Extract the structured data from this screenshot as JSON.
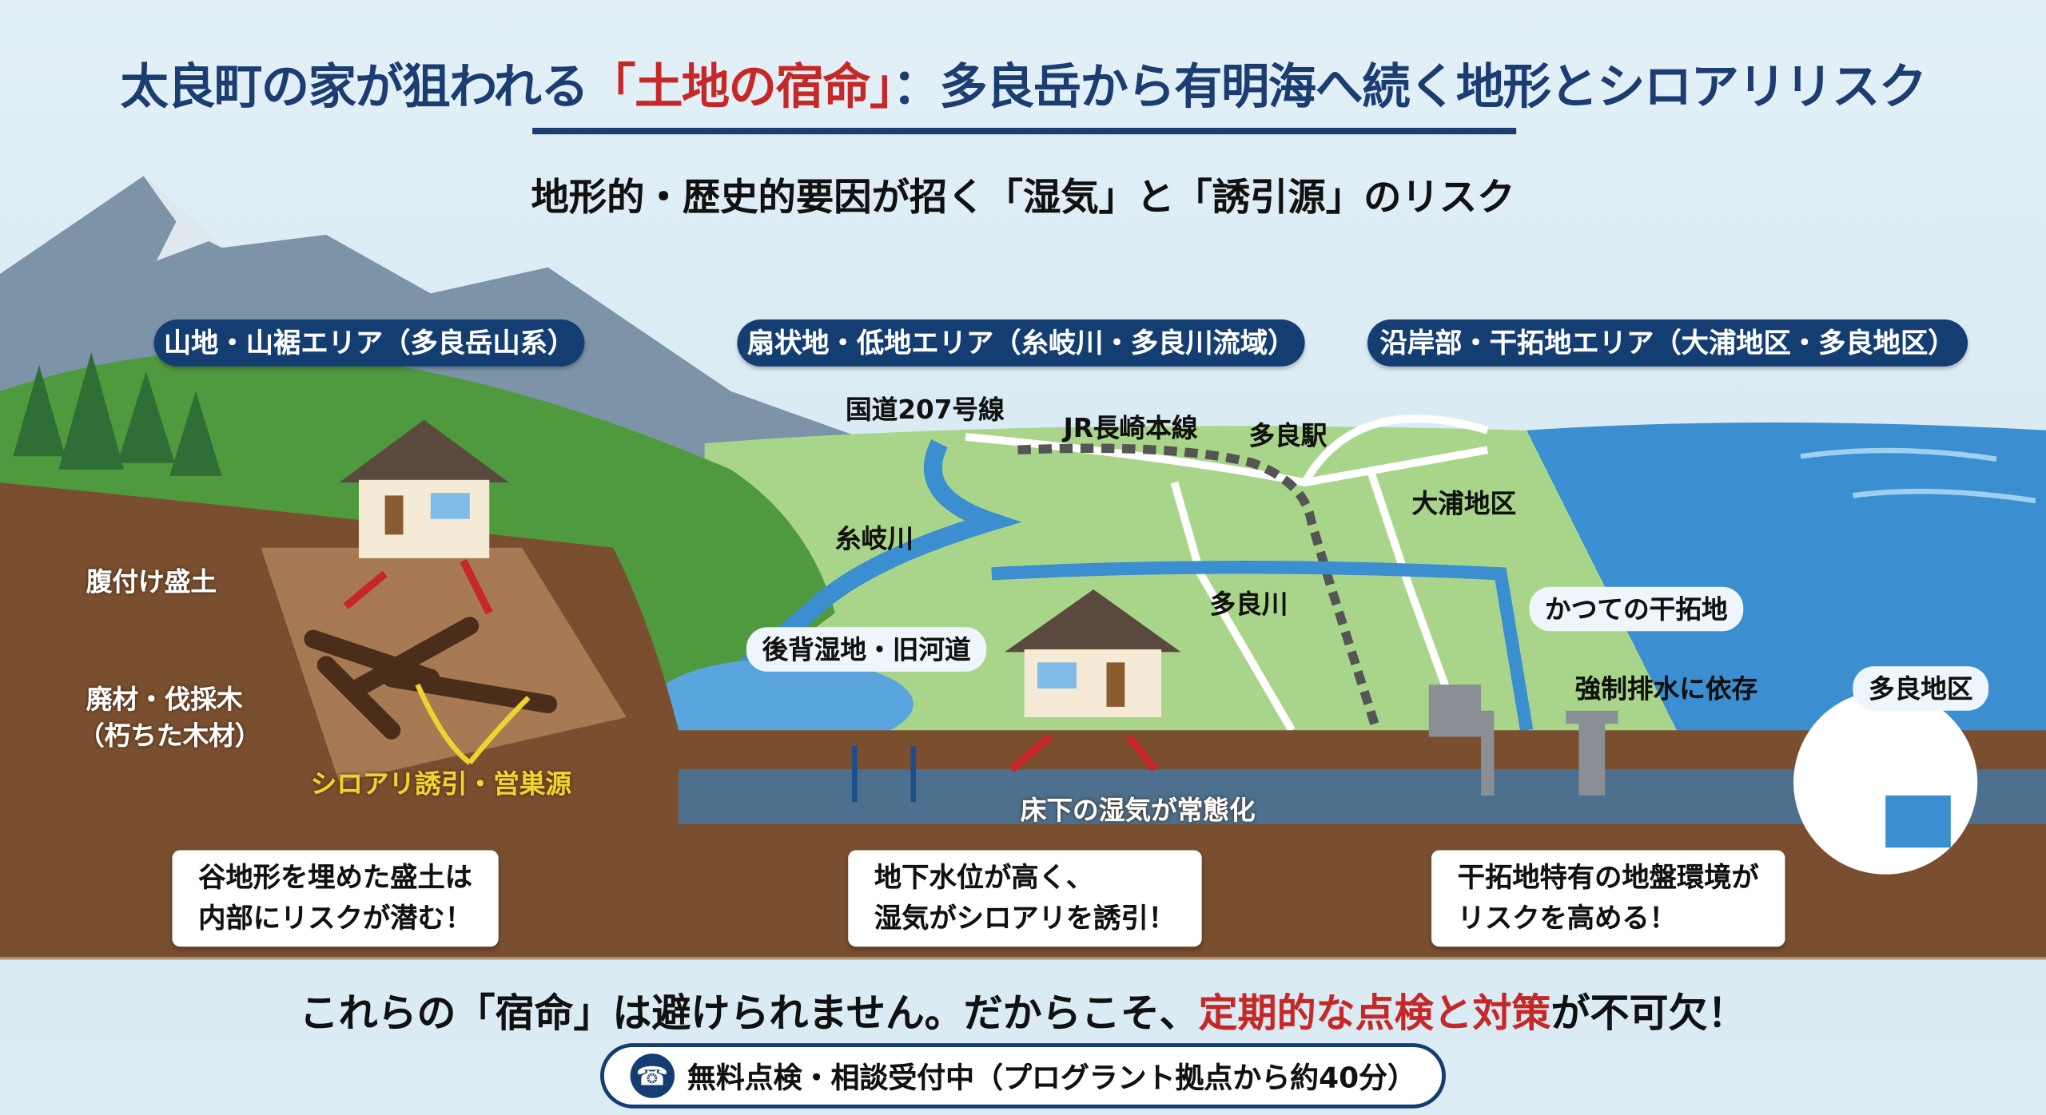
{
  "title": {
    "part1": "太良町の家が狙われる",
    "highlight": "「土地の宿命」",
    "part2": "：多良岳から有明海へ続く地形とシロアリリスク"
  },
  "subtitle": "地形的・歴史的要因が招く「湿気」と「誘引源」のリスク",
  "areas": [
    "山地・山裾エリア（多良岳山系）",
    "扇状地・低地エリア（糸岐川・多良川流域）",
    "沿岸部・干拓地エリア（大浦地区・多良地区）"
  ],
  "map_labels": {
    "route": "国道207号線",
    "rail": "JR長崎本線",
    "station": "多良駅",
    "oura": "大浦地区",
    "itoki": "糸岐川",
    "tara_river": "多良川",
    "old_reclaimed": "かつての干拓地",
    "wetland": "後背湿地・旧河道",
    "pump": "強制排水に依存",
    "tara_district": "多良地区",
    "fill": "腹付け盛土",
    "wood1": "廃材・伐採木",
    "wood2": "（朽ちた木材）",
    "attract": "シロアリ誘引・営巣源",
    "moisture": "床下の湿気が常態化"
  },
  "callouts": [
    {
      "line1": "谷地形を埋めた盛土は",
      "line2": "内部にリスクが潜む！"
    },
    {
      "line1": "地下水位が高く、",
      "line2": "湿気がシロアリを誘引！"
    },
    {
      "line1": "干拓地特有の地盤環境が",
      "line2": "リスクを高める！"
    }
  ],
  "bottom": {
    "part1": "これらの「宿命」は避けられません。だからこそ、",
    "highlight": "定期的な点検と対策",
    "part2": "が不可欠！"
  },
  "cta": {
    "icon": "phone-icon",
    "label": "無料点検・相談受付中（プログラント拠点から約40分）"
  },
  "colors": {
    "navy": "#143e72",
    "red": "#c62828",
    "yellow": "#f2d22e",
    "soil": "#7a4f30",
    "sea": "#3b8fd0"
  }
}
